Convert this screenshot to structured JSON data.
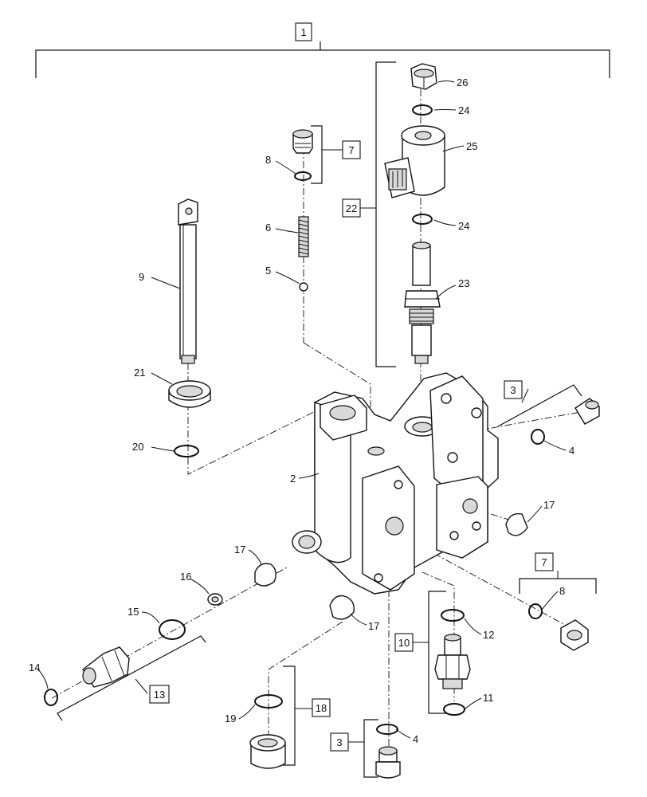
{
  "diagram": {
    "callouts": {
      "p2": "2",
      "p4a": "4",
      "p4b": "4",
      "p5": "5",
      "p6": "6",
      "p8a": "8",
      "p8b": "8",
      "p9": "9",
      "p11": "11",
      "p12": "12",
      "p14": "14",
      "p15": "15",
      "p16": "16",
      "p17a": "17",
      "p17b": "17",
      "p17c": "17",
      "p19": "19",
      "p20": "20",
      "p21": "21",
      "p23": "23",
      "p24a": "24",
      "p24b": "24",
      "p25": "25",
      "p26": "26"
    },
    "boxed": {
      "b1": "1",
      "b3a": "3",
      "b3b": "3",
      "b7a": "7",
      "b7b": "7",
      "b10": "10",
      "b13": "13",
      "b18": "18",
      "b22": "22"
    }
  }
}
